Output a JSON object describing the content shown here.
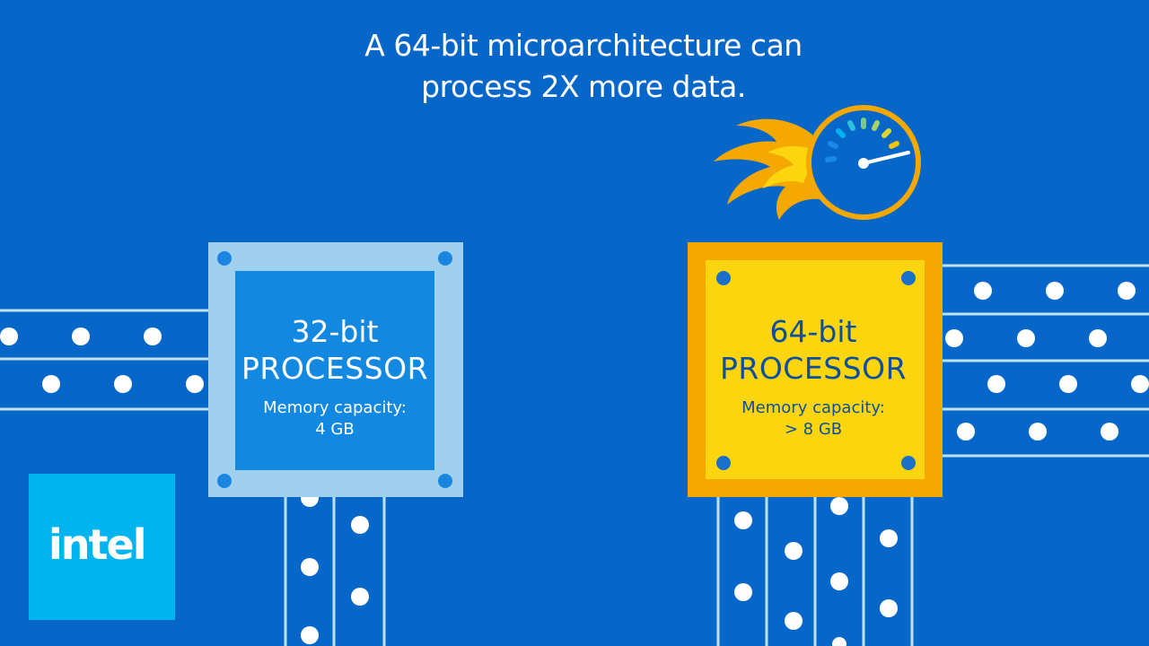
{
  "headline": {
    "line1": "A 64-bit microarchitecture can",
    "line2": "process 2X more data."
  },
  "processor_32": {
    "bits": "32-bit",
    "name": "PROCESSOR",
    "memory_label": "Memory capacity:",
    "memory_value": "4 GB"
  },
  "processor_64": {
    "bits": "64-bit",
    "name": "PROCESSOR",
    "memory_label": "Memory capacity:",
    "memory_value": "> 8 GB"
  },
  "logo": {
    "text": "intel"
  },
  "icons": {
    "speedometer": "speedometer-icon",
    "flame": "flame-icon"
  },
  "colors": {
    "background": "#0767c9",
    "chip32_outer": "#9fd0ef",
    "chip32_inner": "#1288e0",
    "chip64_outer": "#f5a800",
    "chip64_inner": "#fcd50f",
    "flame": "#f5a800",
    "logo": "#00b4f0",
    "lane_line": "#bfe0fa"
  }
}
